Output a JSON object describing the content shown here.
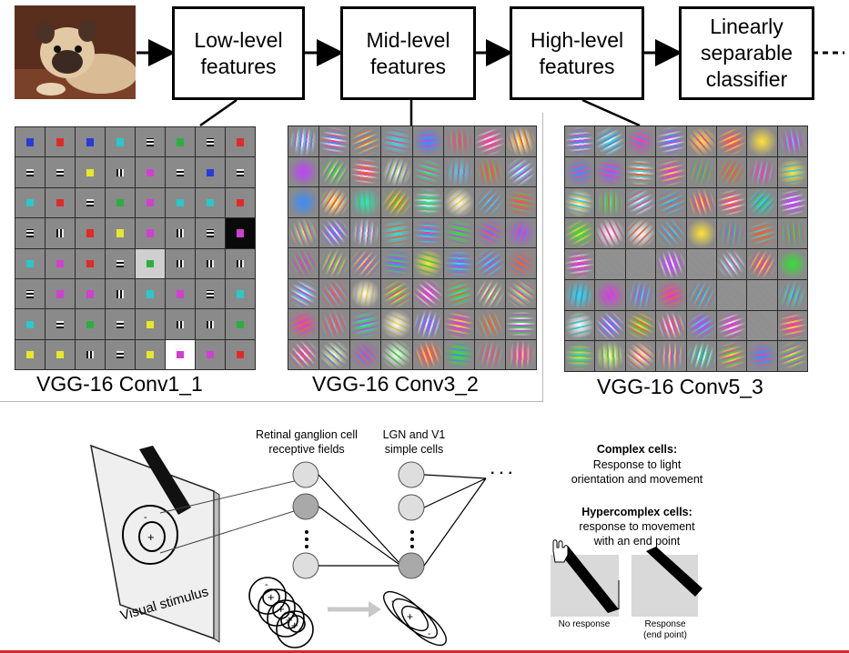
{
  "pipeline": {
    "boxes": [
      "Low-level\nfeatures",
      "Mid-level\nfeatures",
      "High-level\nfeatures",
      "Linearly\nseparable\nclassifier"
    ]
  },
  "grids": {
    "conv1_caption": "VGG-16 Conv1_1",
    "conv3_caption": "VGG-16 Conv3_2",
    "conv5_caption": "VGG-16 Conv5_3"
  },
  "bio": {
    "retinal_label": "Retinal ganglion cell\nreceptive fields",
    "lgn_label": "LGN and V1\nsimple cells",
    "ellipsis": "· · ·",
    "complex_title": "Complex cells:",
    "complex_desc": "Response to light\norientation and movement",
    "hyper_title": "Hypercomplex cells:",
    "hyper_desc": "response to movement\nwith an end point",
    "stimulus_label": "Visual stimulus",
    "no_response": "No response",
    "response_end": "Response\n(end point)"
  },
  "colors": {
    "accent_bar": "#d22b2b",
    "frame": "#000000",
    "filter_bg": "#8a8a8a"
  }
}
